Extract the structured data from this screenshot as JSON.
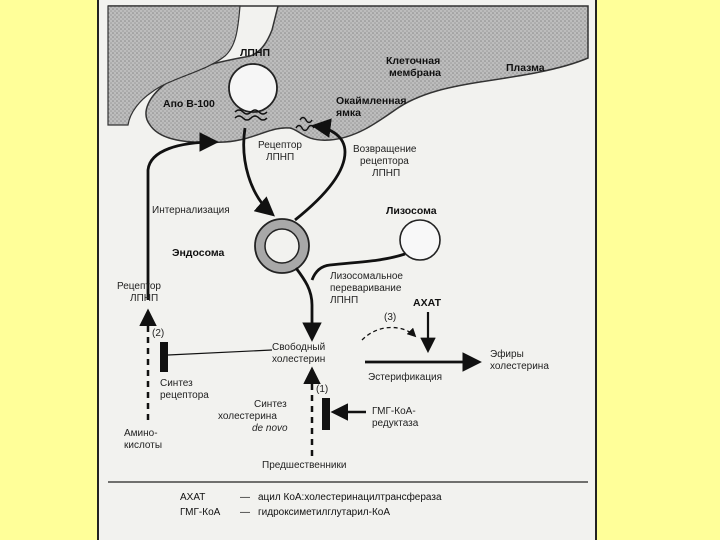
{
  "labels": {
    "ldl": "ЛПНП",
    "apo": "Апо В-100",
    "membrane_1": "Клеточная",
    "membrane_2": "мембрана",
    "plasma": "Плазма",
    "coated_pit_1": "Окаймленная",
    "coated_pit_2": "ямка",
    "receptor_top_1": "Рецептор",
    "receptor_top_2": "ЛПНП",
    "return_1": "Возвращение",
    "return_2": "рецептора",
    "return_3": "ЛПНП",
    "internalization": "Интернализация",
    "lysosome": "Лизосома",
    "endosome": "Эндосома",
    "lysosomal_1": "Лизосомальное",
    "lysosomal_2": "переваривание",
    "lysosomal_3": "ЛПНП",
    "receptor_left_1": "Рецептор",
    "receptor_left_2": "ЛПНП",
    "acat": "АХАТ",
    "step2": "(2)",
    "step3": "(3)",
    "step1": "(1)",
    "free_chol_1": "Свободный",
    "free_chol_2": "холестерин",
    "esters_1": "Эфиры",
    "esters_2": "холестерина",
    "esterification": "Эстерификация",
    "rec_synth_1": "Синтез",
    "rec_synth_2": "рецептора",
    "chol_synth_1": "Синтез",
    "chol_synth_2": "холестерина",
    "chol_synth_3": "de novo",
    "hmg_1": "ГМГ-КоА-",
    "hmg_2": "редуктаза",
    "amino_1": "Амино-",
    "amino_2": "кислоты",
    "precursors": "Предшественники"
  },
  "legend": {
    "row1_abbr": "АХАТ",
    "row1_dash": "—",
    "row1_text": "ацил КоА:холестеринацилтрансфераза",
    "row2_abbr": "ГМГ-КоА",
    "row2_dash": "—",
    "row2_text": "гидроксиметилглутарил-КоА"
  },
  "colors": {
    "slide_background": "#ffff99",
    "panel": "#f2f2ef",
    "membrane_fill": "#d8d8d8",
    "ink": "#111111"
  }
}
